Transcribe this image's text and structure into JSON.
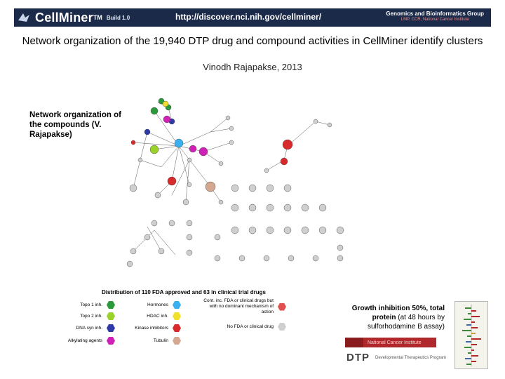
{
  "header": {
    "app_name": "CellMiner",
    "tm": "TM",
    "build": "Build 1.0",
    "url": "http://discover.nci.nih.gov/cellminer/",
    "group_title": "Genomics and Bioinformatics Group",
    "group_subtitle": "LMP, CCR, National Cancer Institute"
  },
  "slide": {
    "title": "Network organization of the 19,940 DTP drug and compound activities in CellMiner identify clusters",
    "author": "Vinodh Rajapakse, 2013",
    "network_label": "Network organization of the compounds (V. Rajapakse)"
  },
  "legend": {
    "title": "Distribution of 110 FDA approved and 63 in clinical trial drugs",
    "items": [
      {
        "label": "Topo 1 inh.",
        "color": "#2a9a3a"
      },
      {
        "label": "Topo 2 inh.",
        "color": "#9ad22a"
      },
      {
        "label": "DNA syn inh.",
        "color": "#2e3aa8"
      },
      {
        "label": "Alkylating agents",
        "color": "#d021b6"
      },
      {
        "label": "Hormones",
        "color": "#3ab0f0"
      },
      {
        "label": "HDAC inh.",
        "color": "#f0e02a"
      },
      {
        "label": "Kinase inhibitors",
        "color": "#d82a2a"
      },
      {
        "label": "Tubulin",
        "color": "#d4a890"
      },
      {
        "label": "Cont. inc. FDA or clinical drugs but with no dominant mechanism of action",
        "color": "#e05050"
      },
      {
        "label": "No FDA or clinical drug",
        "color": "#cfcfcf"
      }
    ]
  },
  "growth": {
    "bold_text": "Growth inhibition 50%, total protein",
    "rest_text": " (at 48 hours by sulforhodamine B assay)"
  },
  "nci_logo_text": "National Cancer Institute",
  "dtp_logo_text": "DTP",
  "dtp_program_text": "Developmental Therapeutics Program"
}
